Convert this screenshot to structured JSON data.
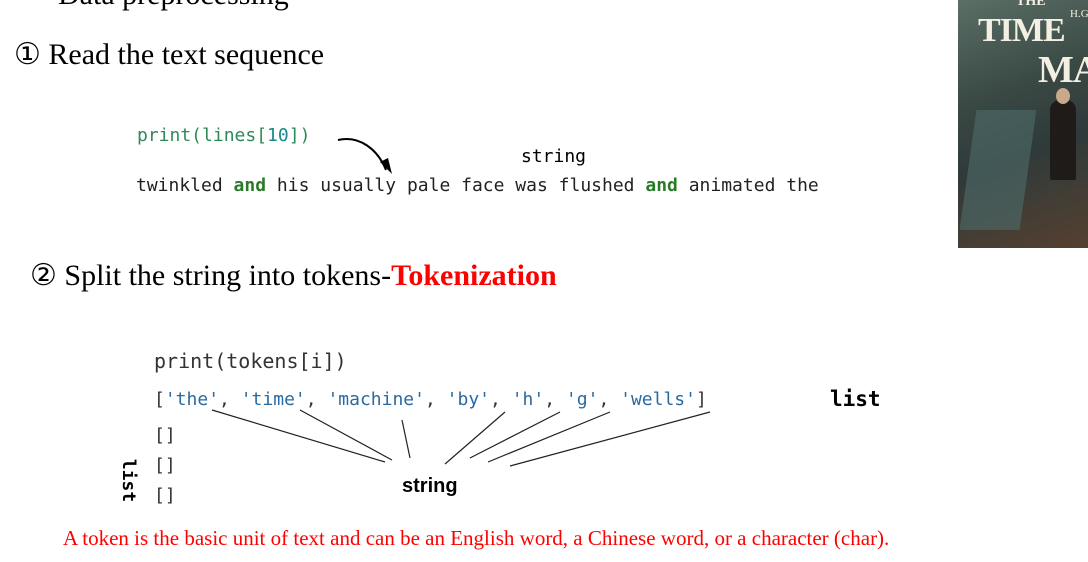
{
  "title_fragment": "preprocessing",
  "step1": {
    "marker": "①",
    "text": " Read the text sequence"
  },
  "code1": {
    "fn": "print(lines[",
    "index": "10",
    "close": "])"
  },
  "string_label_1": "string",
  "text_sequence": [
    {
      "t": "twinkled ",
      "kw": false
    },
    {
      "t": "and",
      "kw": true
    },
    {
      "t": " his usually pale face was flushed ",
      "kw": false
    },
    {
      "t": "and",
      "kw": true
    },
    {
      "t": " animated the",
      "kw": false
    }
  ],
  "step2": {
    "marker": "②",
    "text": " Split the string into tokens-",
    "highlight": "Tokenization"
  },
  "code2": "print(tokens[i])",
  "tokens": [
    "the",
    "time",
    "machine",
    "by",
    "h",
    "g",
    "wells"
  ],
  "empty_lists": [
    "[]",
    "[]",
    "[]"
  ],
  "list_label": "list",
  "list_label_vertical": "list",
  "string_label_2": "string",
  "footer": "A token is the basic unit of text and can be an English word, a Chinese word, or a character (char).",
  "book_cover": {
    "top": "THE",
    "title1": "TIME",
    "title2": "MAC",
    "author": "H.G"
  }
}
